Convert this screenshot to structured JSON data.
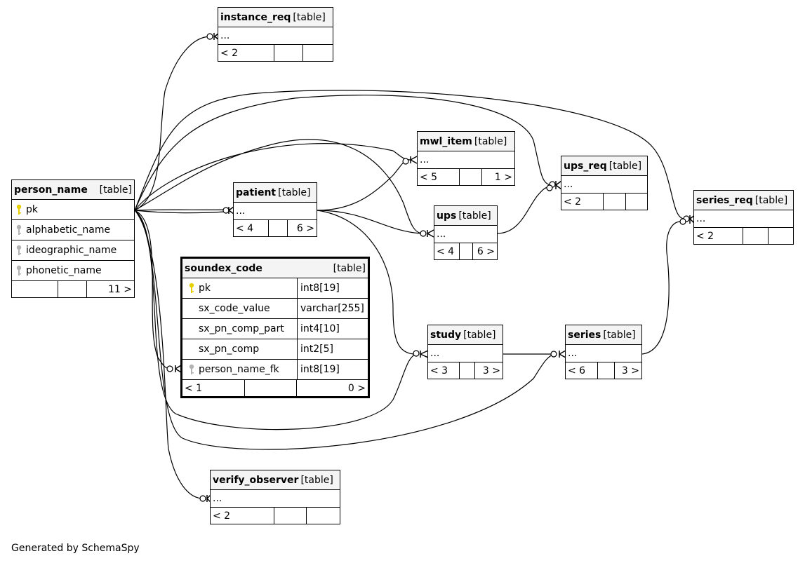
{
  "footer": "Generated by SchemaSpy",
  "tables": {
    "instance_req": {
      "name": "instance_req",
      "kind": "[table]",
      "ellipsis": "...",
      "parents": "< 2"
    },
    "person_name": {
      "name": "person_name",
      "kind": "[table]",
      "columns": [
        "pk",
        "alphabetic_name",
        "ideographic_name",
        "phonetic_name"
      ],
      "children": "11 >"
    },
    "patient": {
      "name": "patient",
      "kind": "[table]",
      "ellipsis": "...",
      "parents": "< 4",
      "children": "6 >"
    },
    "mwl_item": {
      "name": "mwl_item",
      "kind": "[table]",
      "ellipsis": "...",
      "parents": "< 5",
      "children": "1 >"
    },
    "ups_req": {
      "name": "ups_req",
      "kind": "[table]",
      "ellipsis": "...",
      "parents": "< 2"
    },
    "ups": {
      "name": "ups",
      "kind": "[table]",
      "ellipsis": "...",
      "parents": "< 4",
      "children": "6 >"
    },
    "series_req": {
      "name": "series_req",
      "kind": "[table]",
      "ellipsis": "...",
      "parents": "< 2"
    },
    "soundex_code": {
      "name": "soundex_code",
      "kind": "[table]",
      "columns": [
        {
          "name": "pk",
          "type": "int8[19]"
        },
        {
          "name": "sx_code_value",
          "type": "varchar[255]"
        },
        {
          "name": "sx_pn_comp_part",
          "type": "int4[10]"
        },
        {
          "name": "sx_pn_comp",
          "type": "int2[5]"
        },
        {
          "name": "person_name_fk",
          "type": "int8[19]"
        }
      ],
      "parents": "< 1",
      "children": "0 >"
    },
    "study": {
      "name": "study",
      "kind": "[table]",
      "ellipsis": "...",
      "parents": "< 3",
      "children": "3 >"
    },
    "series": {
      "name": "series",
      "kind": "[table]",
      "ellipsis": "...",
      "parents": "< 6",
      "children": "3 >"
    },
    "verify_observer": {
      "name": "verify_observer",
      "kind": "[table]",
      "ellipsis": "...",
      "parents": "< 2"
    }
  },
  "colors": {
    "primary_key": "#e6d000",
    "foreign_key": "#b3b3b3",
    "header_bg": "#f4f4f4"
  },
  "icons": {
    "primary_key": "key-icon-yellow",
    "foreign_key": "key-icon-gray"
  }
}
